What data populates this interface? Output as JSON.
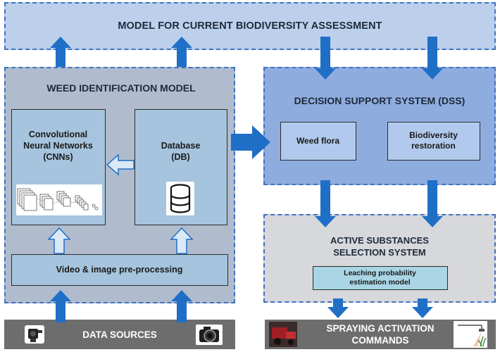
{
  "top_band": {
    "title": "MODEL FOR CURRENT BIODIVERSITY ASSESSMENT"
  },
  "weed_model": {
    "title": "WEED IDENTIFICATION MODEL",
    "cnn_label": "Convolutional\nNeural Networks\n(CNNs)",
    "db_label": "Database\n(DB)",
    "preprocess_label": "Video & image pre-processing"
  },
  "dss": {
    "title": "DECISION SUPPORT SYSTEM (DSS)",
    "weed_flora": "Weed flora",
    "biodiversity": "Biodiversity\nrestoration"
  },
  "active_substances": {
    "title": "ACTIVE SUBSTANCES\nSELECTION SYSTEM",
    "leaching": "Leaching probability\nestimation model"
  },
  "data_sources": {
    "label": "DATA SOURCES"
  },
  "spraying": {
    "label": "SPRAYING ACTIVATION\nCOMMANDS"
  },
  "colors": {
    "arrow": "#1f6fc7",
    "light_arrow": "#dbe8f6",
    "dash": "#3f72c4"
  }
}
